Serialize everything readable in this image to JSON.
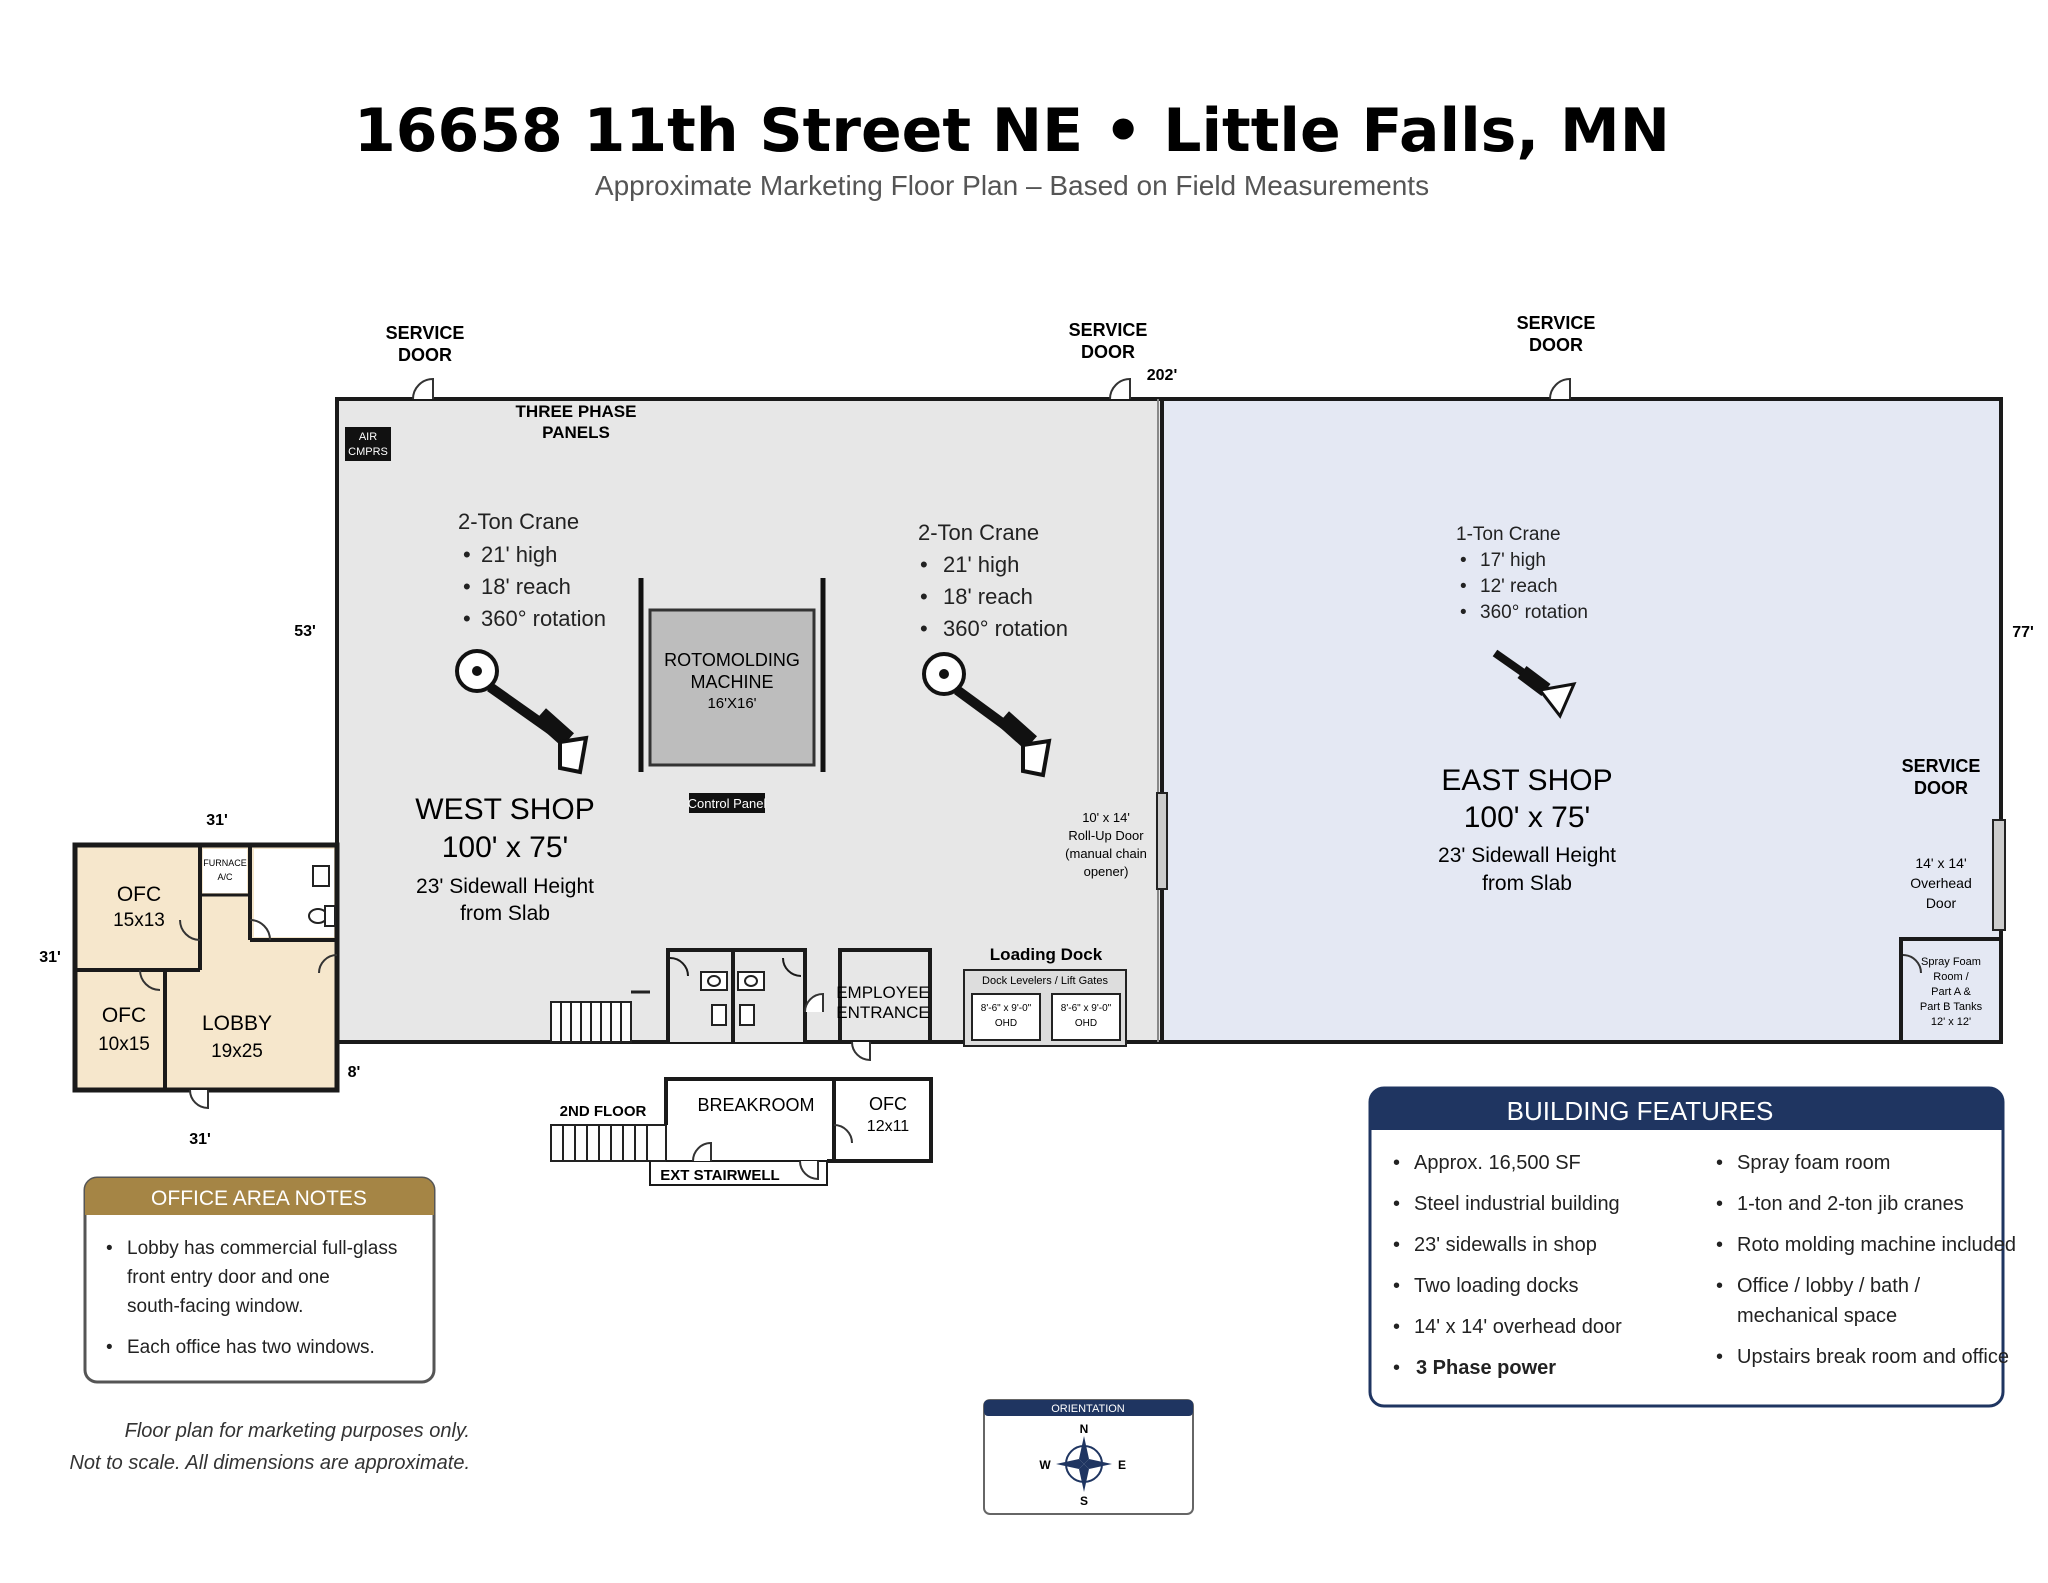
{
  "header": {
    "title": "16658 11th Street NE • Little Falls, MN",
    "subtitle": "Approximate Marketing Floor Plan – Based on Field Measurements"
  },
  "doors": {
    "service_door_label_1": "SERVICE",
    "service_door_label_2": "DOOR"
  },
  "dimensions": {
    "top_width": "202'",
    "west_height": "53'",
    "east_height": "77'",
    "office_top": "31'",
    "office_side": "31'",
    "office_bottom": "31'",
    "office_step": "8'"
  },
  "west_shop": {
    "three_phase": [
      "THREE PHASE",
      "PANELS"
    ],
    "air": [
      "AIR",
      "CMPRS"
    ],
    "crane_left": {
      "title": "2-Ton Crane",
      "items": [
        "21' high",
        "18' reach",
        "360° rotation"
      ]
    },
    "crane_right": {
      "title": "2-Ton Crane",
      "items": [
        "21' high",
        "18' reach",
        "360° rotation"
      ]
    },
    "machine": [
      "ROTOMOLDING",
      "MACHINE",
      "16'X16'"
    ],
    "control_panel": "Control Panel",
    "name": "WEST SHOP",
    "size": "100' x 75'",
    "height": [
      "23' Sidewall Height",
      "from Slab"
    ],
    "rollup": [
      "10' x 14'",
      "Roll-Up Door",
      "(manual chain",
      "opener)"
    ],
    "employee": [
      "EMPLOYEE",
      "ENTRANCE"
    ],
    "loading_dock": "Loading Dock",
    "dock_levelers": "Dock Levelers / Lift Gates",
    "dock_door": [
      "8'-6\" x 9'-0\"",
      "OHD"
    ]
  },
  "east_shop": {
    "crane": {
      "title": "1-Ton Crane",
      "items": [
        "17' high",
        "12' reach",
        "360° rotation"
      ]
    },
    "name": "EAST SHOP",
    "size": "100' x 75'",
    "height": [
      "23' Sidewall Height",
      "from Slab"
    ],
    "overhead": [
      "14' x 14'",
      "Overhead",
      "Door"
    ],
    "spray_room": [
      "Spray Foam",
      "Room /",
      "Part A &",
      "Part B Tanks",
      "12' x 12'"
    ]
  },
  "office_area": {
    "ofc1": [
      "OFC",
      "15x13"
    ],
    "furnace": [
      "FURNACE",
      "A/C"
    ],
    "ofc2": [
      "OFC",
      "10x15"
    ],
    "lobby": [
      "LOBBY",
      "19x25"
    ]
  },
  "second_floor": {
    "label": "2ND FLOOR",
    "breakroom": "BREAKROOM",
    "ofc": [
      "OFC",
      "12x11"
    ],
    "stairwell": "EXT STAIRWELL"
  },
  "office_notes": {
    "title": "OFFICE AREA NOTES",
    "items": [
      [
        "Lobby has commercial full-glass",
        "front entry door and one",
        "south-facing window."
      ],
      [
        "Each office has two windows."
      ]
    ]
  },
  "disclaimer": [
    "Floor plan for marketing purposes only.",
    "Not to scale. All dimensions are approximate."
  ],
  "features": {
    "title": "BUILDING FEATURES",
    "left": [
      "Approx. 16,500 SF",
      "Steel industrial building",
      "23' sidewalls in shop",
      "Two loading docks",
      "14' x 14' overhead door",
      "3 Phase power"
    ],
    "right": [
      "Spray foam room",
      "1-ton and 2-ton jib cranes",
      "Roto molding machine included",
      "Office / lobby / bath /",
      "mechanical space",
      "Upstairs break room and office"
    ]
  },
  "orientation": {
    "title": "ORIENTATION",
    "n": "N",
    "s": "S",
    "e": "E",
    "w": "W"
  },
  "colors": {
    "west_fill": "#e7e7e7",
    "east_fill": "#e4e8f3",
    "office_fill": "#f6e7cc",
    "wall": "#1a1a1a",
    "features_header": "#1f3561",
    "notes_header": "#a58545"
  }
}
